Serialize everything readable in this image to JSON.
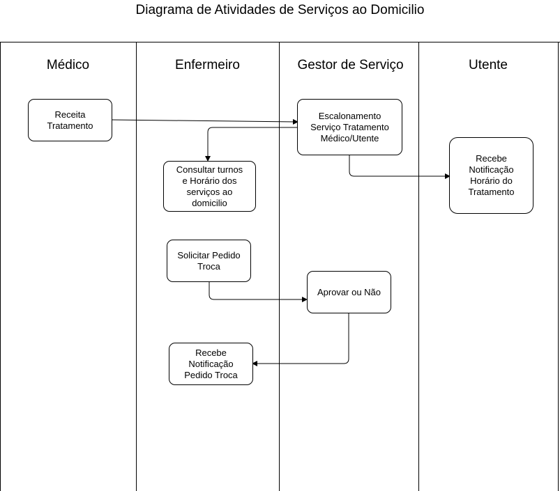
{
  "title": "Diagrama de Atividades de Serviços ao Domicilio",
  "lanes": [
    "Médico",
    "Enfermeiro",
    "Gestor de Serviço",
    "Utente"
  ],
  "nodes": {
    "receita": "Receita\nTratamento",
    "escalonamento": "Escalonamento\nServiço Tratamento\nMédico/Utente",
    "consultar": "Consultar turnos\ne Horário dos\nserviços ao\ndomicilio",
    "recebe_utente": "Recebe\nNotificação\nHorário do\nTratamento",
    "solicitar": "Solicitar Pedido\nTroca",
    "aprovar": "Aprovar ou Não",
    "recebe_enfermeiro": "Recebe\nNotificação\nPedido Troca"
  },
  "edges": [
    {
      "from": "receita",
      "to": "escalonamento"
    },
    {
      "from": "escalonamento",
      "to": "consultar"
    },
    {
      "from": "escalonamento",
      "to": "recebe_utente"
    },
    {
      "from": "solicitar",
      "to": "aprovar"
    },
    {
      "from": "aprovar",
      "to": "recebe_enfermeiro"
    }
  ]
}
